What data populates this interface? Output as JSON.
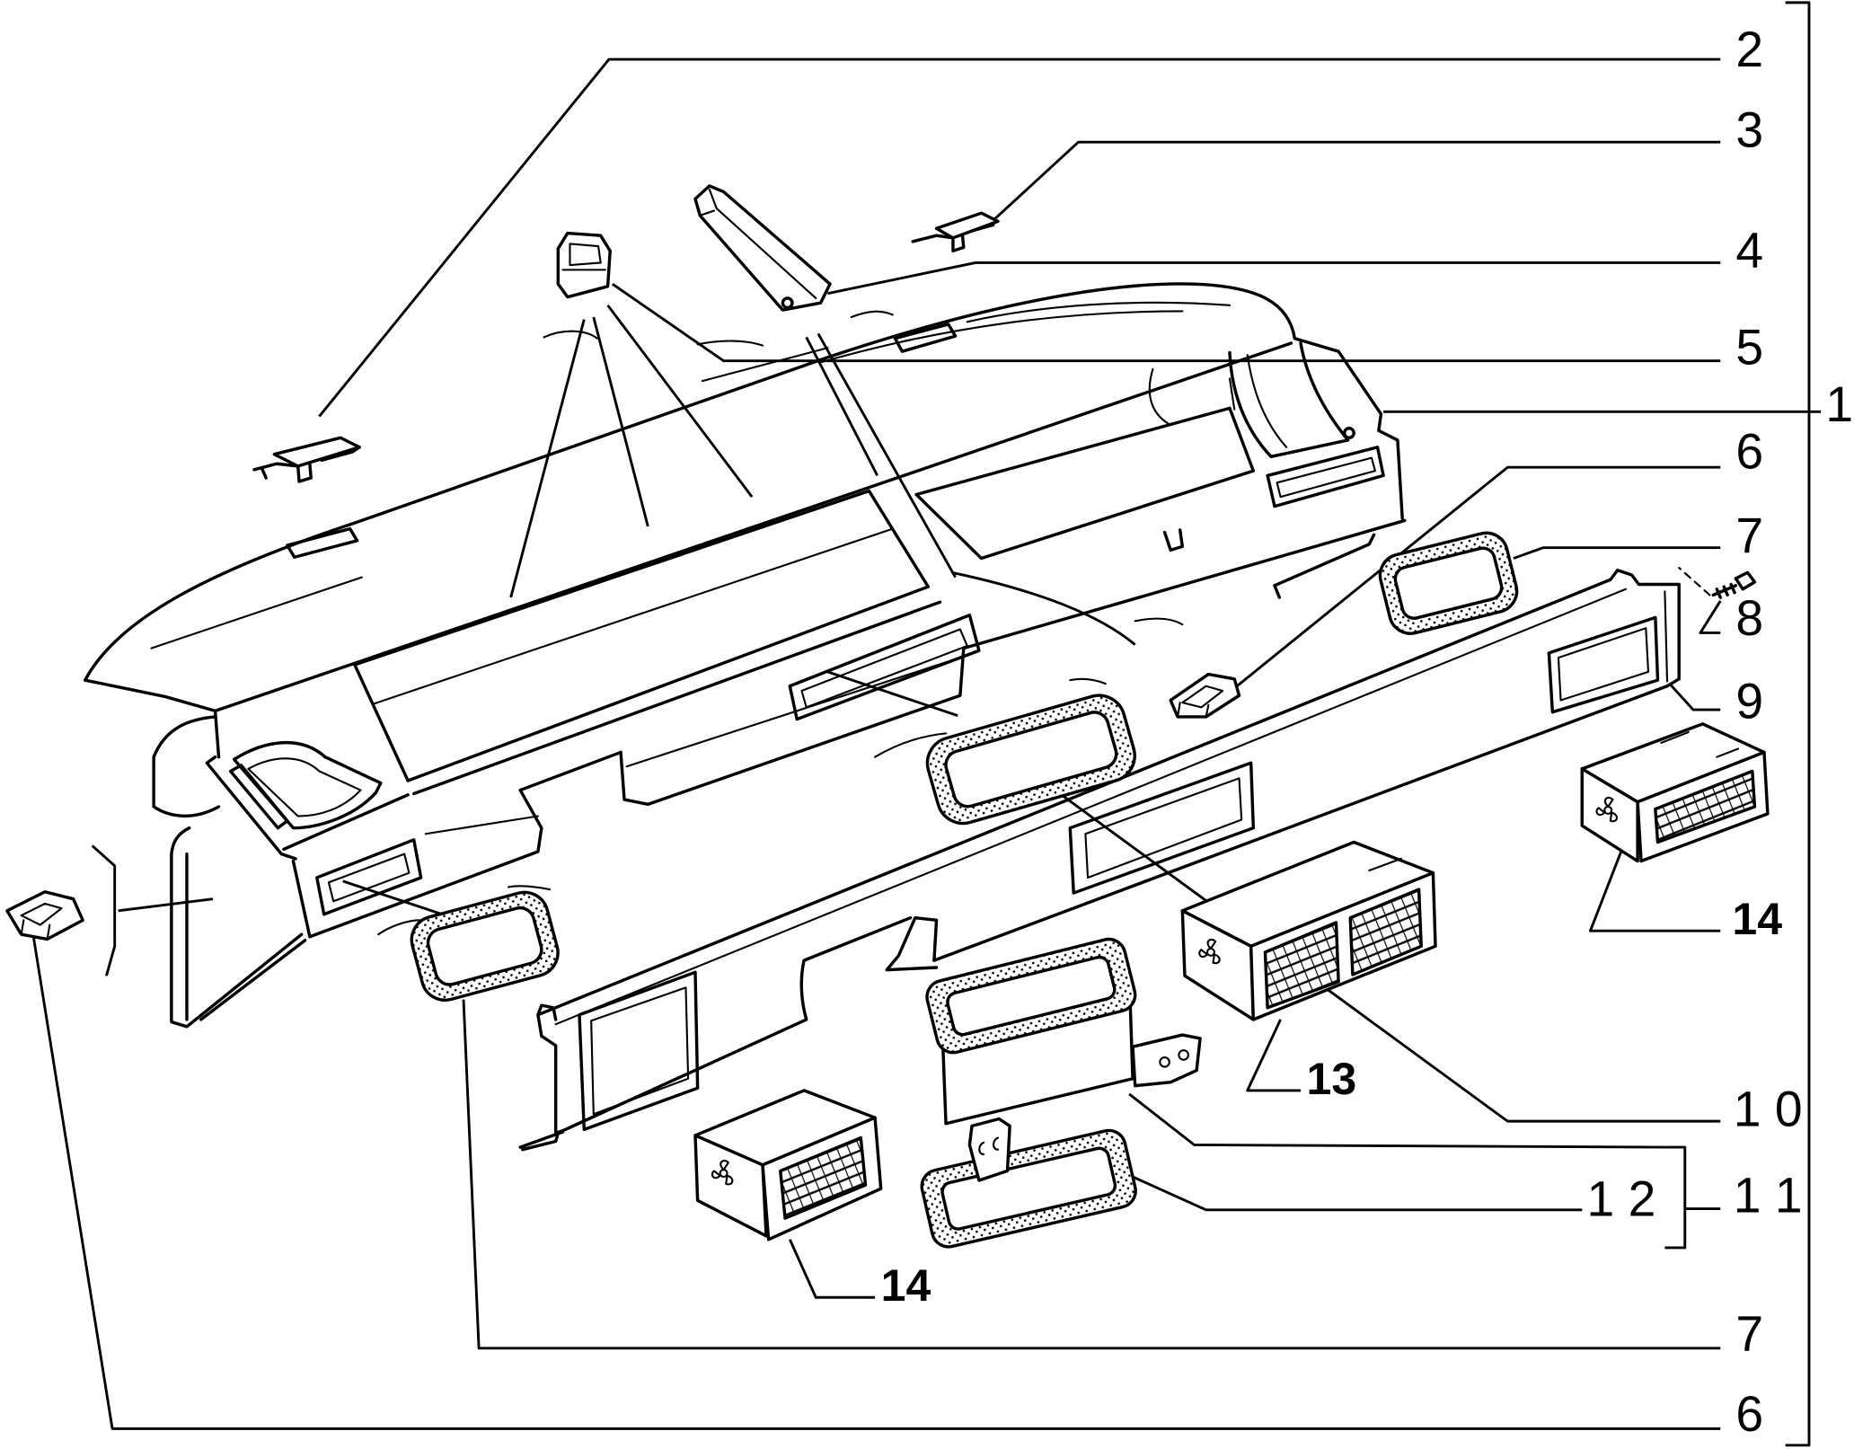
{
  "diagram": {
    "callouts": {
      "part_2": "2",
      "part_3": "3",
      "part_4": "4",
      "part_5": "5",
      "part_1": "1",
      "part_6_top": "6",
      "part_7_top": "7",
      "part_8": "8",
      "part_9": "9",
      "part_14_right": "14",
      "part_13": "13",
      "part_10": "1 0",
      "part_12": "1 2",
      "part_11": "1 1",
      "part_14_bottom": "14",
      "part_7_bottom": "7",
      "part_6_bottom": "6"
    },
    "colors": {
      "line": "#000000",
      "background": "#ffffff"
    }
  }
}
